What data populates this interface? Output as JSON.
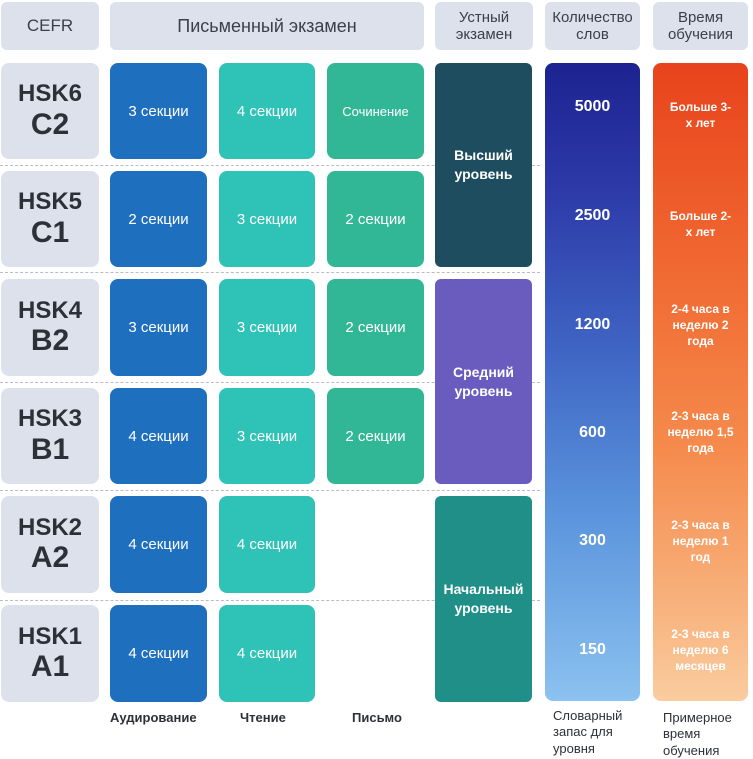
{
  "headers": {
    "cefr": "CEFR",
    "written": "Письменный экзамен",
    "oral": "Устный экзамен",
    "vocab": "Количество слов",
    "time": "Время обучения"
  },
  "levels": [
    {
      "hsk": "HSK6",
      "cefr": "C2",
      "listening": "3 секции",
      "reading": "4 секции",
      "writing": "Сочинение",
      "vocab": "5000",
      "time": "Больше 3-х лет"
    },
    {
      "hsk": "HSK5",
      "cefr": "C1",
      "listening": "2 секции",
      "reading": "3 секции",
      "writing": "2 секции",
      "vocab": "2500",
      "time": "Больше 2-х лет"
    },
    {
      "hsk": "HSK4",
      "cefr": "B2",
      "listening": "3 секции",
      "reading": "3 секции",
      "writing": "2 секции",
      "vocab": "1200",
      "time": "2-4 часа в неделю 2 года"
    },
    {
      "hsk": "HSK3",
      "cefr": "B1",
      "listening": "4 секции",
      "reading": "3 секции",
      "writing": "2 секции",
      "vocab": "600",
      "time": "2-3 часа в неделю 1,5 года"
    },
    {
      "hsk": "HSK2",
      "cefr": "A2",
      "listening": "4 секции",
      "reading": "4 секции",
      "writing": "",
      "vocab": "300",
      "time": "2-3 часа в неделю 1 год"
    },
    {
      "hsk": "HSK1",
      "cefr": "A1",
      "listening": "4 секции",
      "reading": "4 секции",
      "writing": "",
      "vocab": "150",
      "time": "2-3 часа в неделю 6 месяцев"
    }
  ],
  "oral_levels": [
    {
      "label": "Высший уровень",
      "color": "#1d4d5e"
    },
    {
      "label": "Средний уровень",
      "color": "#6a5bbf"
    },
    {
      "label": "Начальный уровень",
      "color": "#1f8f88"
    }
  ],
  "footer": {
    "listening": "Аудирование",
    "reading": "Чтение",
    "writing": "Письмо",
    "vocab": "Словарный запас для уровня",
    "time": "Примерное время обучения"
  },
  "colors": {
    "listening": "#1f6fbf",
    "reading": "#2ec3b6",
    "writing": "#32b796",
    "header_bg": "#dde1ec"
  }
}
